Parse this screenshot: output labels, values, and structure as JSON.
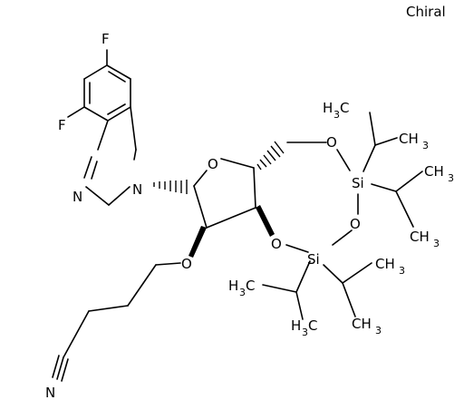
{
  "annotation": "Chiral",
  "atoms": {
    "F1": "F",
    "F2": "F",
    "N_ring": "N",
    "N_sub": "N",
    "O_furanose": "O",
    "O_c5": "O",
    "O_si1_si2": "O",
    "O_c3": "O",
    "O_c2": "O",
    "N_nitrile": "N",
    "Si1": "Si",
    "Si2": "Si"
  },
  "methyl_groups": {
    "m1": {
      "main": "H",
      "sub": "3",
      "tail": "C"
    },
    "m2": {
      "main": "CH",
      "sub": "3"
    },
    "m3": {
      "main": "CH",
      "sub": "3"
    },
    "m4": {
      "main": "CH",
      "sub": "3"
    },
    "m5": {
      "main": "CH",
      "sub": "3"
    },
    "m6": {
      "main": "H",
      "sub": "3",
      "tail": "C"
    },
    "m7": {
      "main": "H",
      "sub": "3",
      "tail": "C"
    },
    "m8": {
      "main": "CH",
      "sub": "3"
    }
  }
}
